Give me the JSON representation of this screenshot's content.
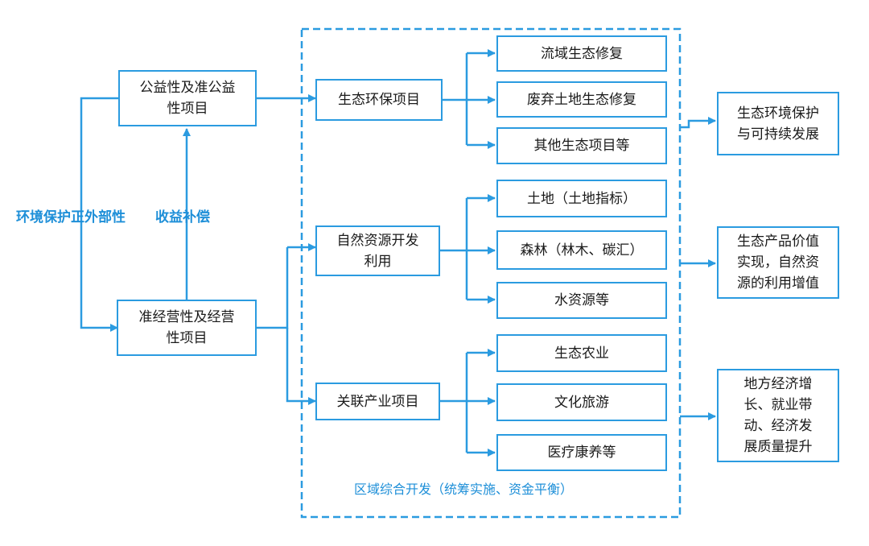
{
  "colors": {
    "stroke": "#2b9be0",
    "text": "#1a1a1a",
    "label": "#1e8fd8"
  },
  "left": {
    "public_project": [
      "公益性及准公益",
      "性项目"
    ],
    "commercial_project": [
      "准经营性及经营",
      "性项目"
    ],
    "label_externality": "环境保护正外部性",
    "label_compensation": "收益补偿"
  },
  "middle": {
    "eco_project": "生态环保项目",
    "resource_dev": [
      "自然资源开发",
      "利用"
    ],
    "related_industry": "关联产业项目"
  },
  "leaves": {
    "eco": [
      "流域生态修复",
      "废弃土地生态修复",
      "其他生态项目等"
    ],
    "resource": [
      "土地（土地指标）",
      "森林（林木、碳汇）",
      "水资源等"
    ],
    "industry": [
      "生态农业",
      "文化旅游",
      "医疗康养等"
    ]
  },
  "outcomes": {
    "eco": [
      "生态环境保护",
      "与可持续发展"
    ],
    "resource": [
      "生态产品价值",
      "实现，自然资",
      "源的利用增值"
    ],
    "industry": [
      "地方经济增",
      "长、就业带",
      "动、经济发",
      "展质量提升"
    ]
  },
  "region_label": "区域综合开发（统筹实施、资金平衡）"
}
